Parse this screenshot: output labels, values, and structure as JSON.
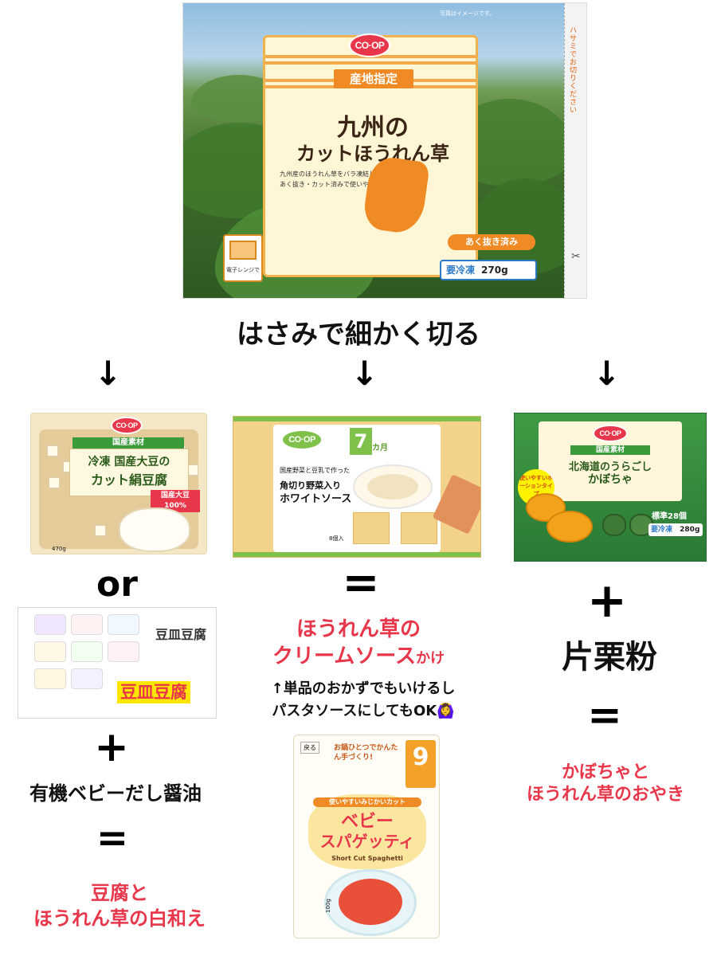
{
  "heading": "はさみで細かく切る",
  "spinach": {
    "photo_note": "写真はイメージです。",
    "brand": "CO·OP",
    "origin": "産地指定",
    "title_line1": "九州の",
    "title_line2": "カットほうれん草",
    "desc_line1": "九州産のほうれん草をバラ凍結しました。",
    "desc_line2": "あく抜き・カット済みで使いやすい冷凍野菜です。",
    "aku": "あく抜き済み",
    "frozen": "要冷凍",
    "weight": "270g",
    "microwave": "電子レンジで",
    "tear": "ハサミでお切りください"
  },
  "tofu": {
    "brand": "CO·OP",
    "tag": "国産素材",
    "title_line1": "冷凍 国産大豆の",
    "title_line2": "カット絹豆腐",
    "badge": "国産大豆 100%",
    "weight": "470g"
  },
  "soup": {
    "brand": "CO·OP",
    "age": "7",
    "age_unit": "カ月",
    "subtitle": "国産野菜と豆乳で作った",
    "title_line1": "角切り野菜入り",
    "title_line2": "ホワイトソース",
    "count": "8個入"
  },
  "pumpkin": {
    "brand": "CO·OP",
    "tag": "国産素材",
    "title_line1": "北海道のうらごし",
    "title_line2": "かぼちゃ",
    "badge": "使いやすいポーションタイプ",
    "count": "標準28個",
    "frozen": "要冷凍",
    "weight": "280g"
  },
  "tofu2": {
    "brand": "豆皿豆腐",
    "highlight": "豆皿豆腐"
  },
  "spaghetti": {
    "back": "戻る",
    "catch": "お鍋ひとつでかんたん手づくり!",
    "age": "9",
    "tag": "使いやすいみじかいカット",
    "title_line1": "ベビー",
    "title_line2": "スパゲッティ",
    "en": "Short Cut Spaghetti",
    "weight": "100g"
  },
  "left_col": {
    "or": "or",
    "plus": "+",
    "ingredient": "有機ベビーだし醤油",
    "equals": "=",
    "result_line1": "豆腐と",
    "result_line2": "ほうれん草の白和え"
  },
  "mid_col": {
    "equals": "=",
    "result_line1": "ほうれん草の",
    "result_line2_main": "クリームソース",
    "result_line2_tail": "かけ",
    "note_line1": "↑単品のおかずでもいけるし",
    "note_line2": "パスタソースにしてもOK🙆‍♀️"
  },
  "right_col": {
    "plus": "+",
    "ingredient": "片栗粉",
    "equals": "=",
    "result_line1": "かぼちゃと",
    "result_line2": "ほうれん草のおやき"
  },
  "arrows": {
    "symbol": "↓"
  }
}
